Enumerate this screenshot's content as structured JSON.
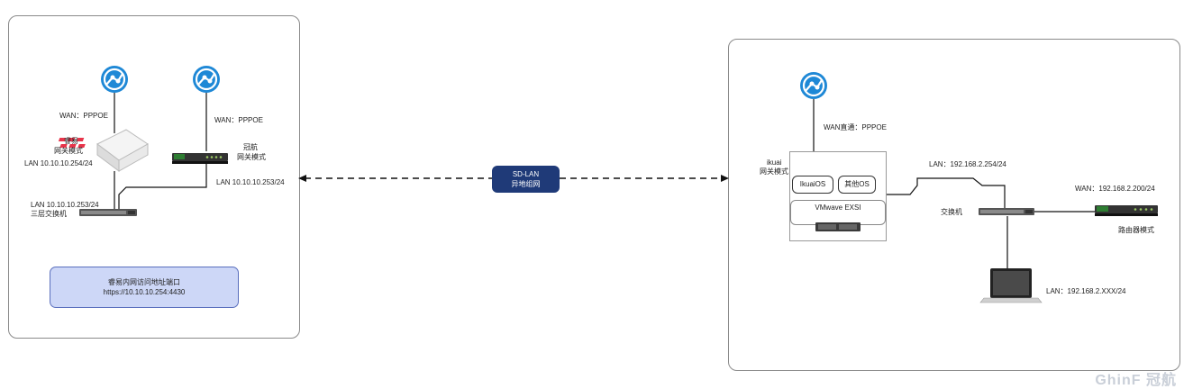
{
  "colors": {
    "accent": "#1f3a78",
    "globe": "#1e88d6",
    "infobox": "#cdd7f7",
    "router_red": "#e8344a",
    "router_green": "#2e7d32"
  },
  "left": {
    "wan_ruiyi": "WAN：PPPOE",
    "wan_ghinf": "WAN：PPPOE",
    "ruiyi_name": "睿易",
    "ruiyi_mode": "网关模式",
    "ruiyi_lan": "LAN 10.10.10.254/24",
    "ghinf_name": "冠航",
    "ghinf_mode": "网关模式",
    "ghinf_lan": "LAN 10.10.10.253/24",
    "switch_lan": "LAN 10.10.10.253/24",
    "switch_name": "三层交换机",
    "info_line1": "睿易内网访问地址端口",
    "info_line2": "https://10.10.10.254:4430"
  },
  "center": {
    "sdlan_line1": "SD-LAN",
    "sdlan_line2": "异地组网"
  },
  "right": {
    "wan": "WAN直通：PPPOE",
    "ikuai_name": "ikuai",
    "ikuai_mode": "网关模式",
    "ikuai_os": "IkuaiOS",
    "other_os": "其他OS",
    "vmware": "VMwave EXSI",
    "lan_ikuai": "LAN：192.168.2.254/24",
    "switch_name": "交换机",
    "router_wan": "WAN：192.168.2.200/24",
    "router_mode": "路由器模式",
    "laptop_lan": "LAN：192.168.2.XXX/24"
  },
  "watermark": {
    "logo_text": "GhinF 冠航"
  }
}
